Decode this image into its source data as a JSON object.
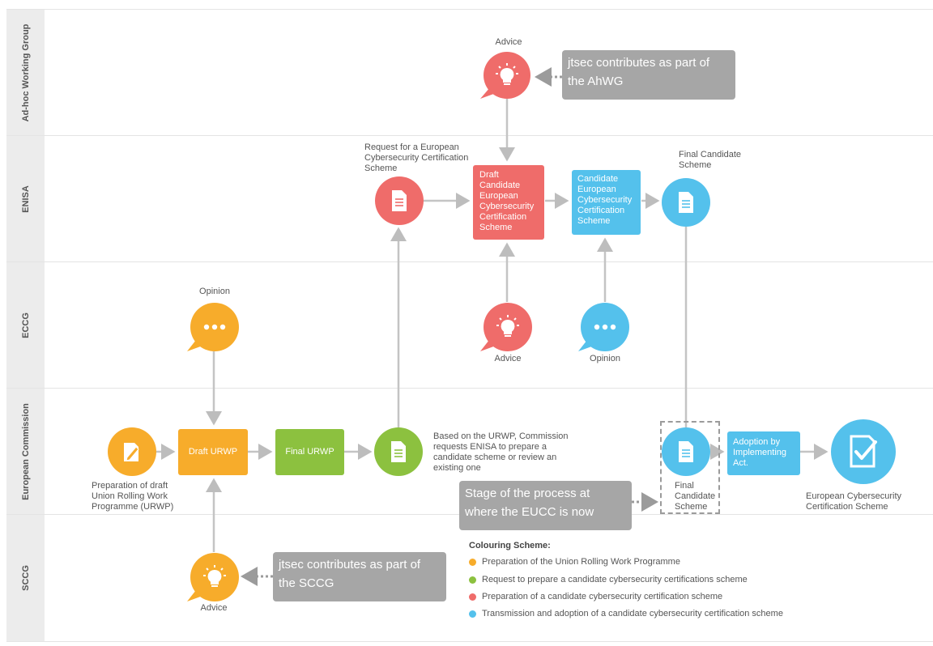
{
  "lanes": [
    "Ad-hoc Working Group",
    "ENISA",
    "ECCG",
    "European Commission",
    "SCCG"
  ],
  "colors": {
    "orange": "#f7ac2b",
    "green": "#8cc13f",
    "red": "#ef6c6a",
    "blue": "#54c1ec",
    "callout": "#a6a6a6"
  },
  "labels": {
    "advice_top": "Advice",
    "request_scheme": "Request for a European Cybersecurity Certification Scheme",
    "final_candidate_enisa": "Final Candidate Scheme",
    "opinion_ecca_left": "Opinion",
    "advice_ecca": "Advice",
    "opinion_ecca_right": "Opinion",
    "preparation_urwp": "Preparation of draft Union Rolling Work Programme (URWP)",
    "based_on_urwp": "Based on the URWP, Commission requests ENISA to prepare a candidate scheme or review an existing one",
    "final_candidate_ec": "Final Candidate Scheme",
    "eucs": "European Cybersecurity Certification Scheme",
    "advice_sccg": "Advice"
  },
  "boxes": {
    "draft_candidate": "Draft Candidate European Cybersecurity Certification Scheme",
    "candidate": "Candidate European Cybersecurity Certification Scheme",
    "draft_urwp": "Draft URWP",
    "final_urwp": "Final URWP",
    "adoption": "Adoption by Implementing Act."
  },
  "callouts": {
    "ahwg": "jtsec contributes as part of the AhWG",
    "stage": "Stage of the process at where the EUCC is now",
    "sccg": "jtsec contributes as part of the SCCG"
  },
  "legend": {
    "title": "Colouring Scheme:",
    "items": [
      "Preparation of the Union Rolling Work Programme",
      "Request to prepare a candidate cybersecurity certifications scheme",
      "Preparation of a candidate cybersecurity certification scheme",
      "Transmission and adoption of a candidate cybersecurity certification scheme"
    ]
  }
}
